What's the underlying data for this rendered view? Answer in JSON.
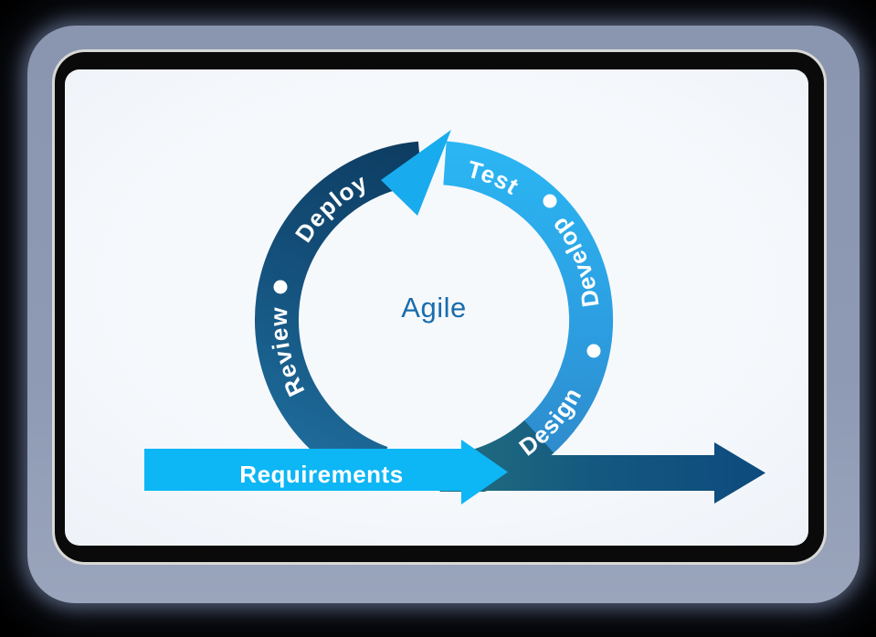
{
  "diagram": {
    "center_label": "Agile",
    "flow_arrow_label": "Requirements",
    "ring_stages": [
      {
        "label": "Test"
      },
      {
        "label": "Develop"
      },
      {
        "label": "Design"
      },
      {
        "label": "Deploy"
      },
      {
        "label": "Review"
      }
    ],
    "separator_dots": 3,
    "colors": {
      "ring_light_top": "#2bb7f4",
      "ring_light_bottom": "#2f85c5",
      "ring_dark_top": "#0d3b60",
      "ring_dark_bottom": "#1f6e9e",
      "ring_arrowhead": "#18acee",
      "flow_arrow_cyan": "#0db6f4",
      "flow_arrow_dark_left": "#206c80",
      "flow_arrow_dark_right": "#0d4a7e",
      "stage_label_text": "#ffffff",
      "center_label_text": "#1a6dad"
    }
  },
  "device": {
    "frame_color": "#8c98b2",
    "trim_line_color": "#d8d8d6",
    "bezel_color": "#0a0a0b",
    "screen_color": "#eef2f8"
  }
}
